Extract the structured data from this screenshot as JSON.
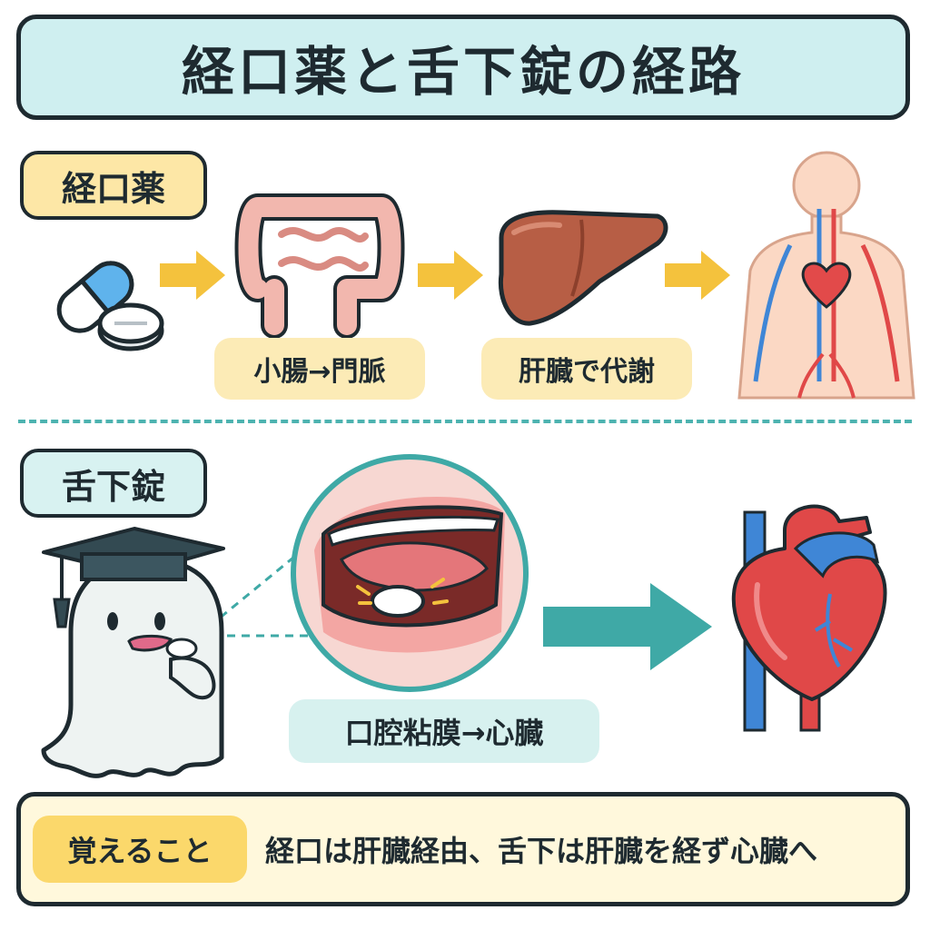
{
  "title": "経口薬と舌下錠の経路",
  "oral": {
    "section_label": "経口薬",
    "step1_label": "小腸→門脈",
    "step2_label": "肝臓で代謝"
  },
  "sublingual": {
    "section_label": "舌下錠",
    "route_label": "口腔粘膜→心臓"
  },
  "summary": {
    "tag": "覚えること",
    "text": "経口は肝臓経由、舌下は肝臓を経ず心臓へ"
  },
  "colors": {
    "title_bg": "#cfeff0",
    "oral_accent": "#fde7a6",
    "arrow_yellow": "#f4c23d",
    "arrow_teal": "#3fa9a6",
    "summary_bg": "#fff8dc"
  },
  "icons": [
    "capsule-icon",
    "tablet-icon",
    "intestine-icon",
    "liver-icon",
    "body-circulation-icon",
    "ghost-graduate-icon",
    "mouth-closeup-icon",
    "heart-icon"
  ]
}
